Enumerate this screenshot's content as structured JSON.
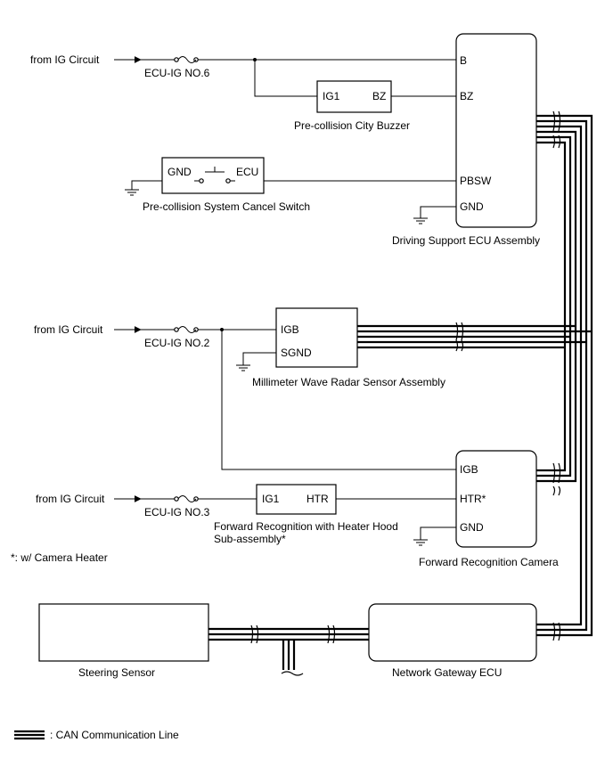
{
  "sources": {
    "ig1": "from IG Circuit",
    "ig2": "from IG Circuit",
    "ig3": "from IG Circuit"
  },
  "fuses": {
    "f1": "ECU-IG NO.6",
    "f2": "ECU-IG NO.2",
    "f3": "ECU-IG NO.3"
  },
  "driving_support_ecu": {
    "name": "Driving Support ECU Assembly",
    "pins": {
      "b": "B",
      "bz": "BZ",
      "pbsw": "PBSW",
      "gnd": "GND"
    }
  },
  "buzzer": {
    "name": "Pre-collision City Buzzer",
    "pins": {
      "ig1": "IG1",
      "bz": "BZ"
    }
  },
  "cancel_switch": {
    "name": "Pre-collision System Cancel Switch",
    "pins": {
      "gnd": "GND",
      "ecu": "ECU"
    }
  },
  "radar": {
    "name": "Millimeter Wave Radar Sensor Assembly",
    "pins": {
      "igb": "IGB",
      "sgnd": "SGND"
    }
  },
  "heater": {
    "name_line1": "Forward Recognition with Heater Hood",
    "name_line2": "Sub-assembly*",
    "pins": {
      "ig1": "IG1",
      "htr": "HTR"
    }
  },
  "camera": {
    "name": "Forward Recognition Camera",
    "pins": {
      "igb": "IGB",
      "htr": "HTR*",
      "gnd": "GND"
    }
  },
  "note": "*: w/ Camera Heater",
  "steering": {
    "name": "Steering Sensor"
  },
  "gateway": {
    "name": "Network Gateway ECU"
  },
  "legend": {
    "label": ": CAN Communication Line"
  }
}
